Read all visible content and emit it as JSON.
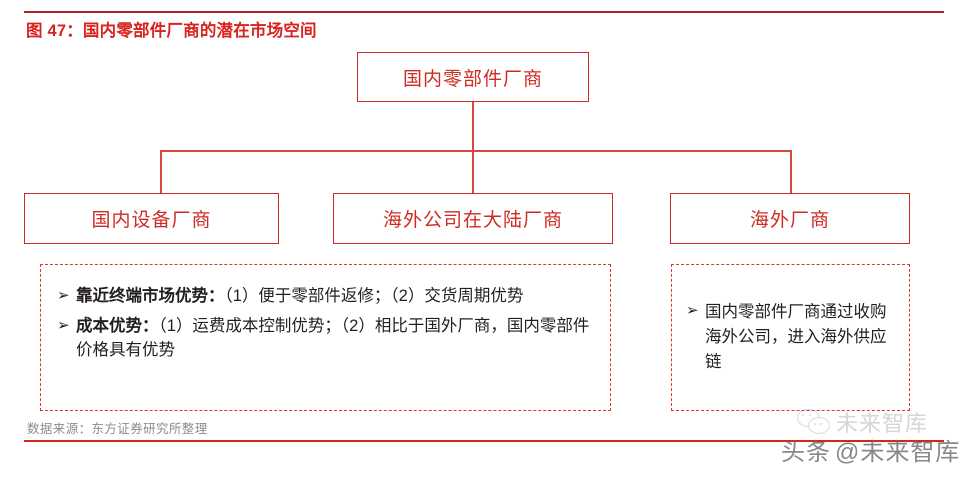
{
  "figure": {
    "title": "图 47：国内零部件厂商的潜在市场空间",
    "source": "数据来源：东方证券研究所整理",
    "accent_red": "#d8231f",
    "box_red": "#cf2b25",
    "connector_red": "#d9473f",
    "dashed_red": "#e0342d",
    "source_gray": "#8c8c8c"
  },
  "chart": {
    "type": "org-diagram",
    "root": {
      "label": "国内零部件厂商"
    },
    "children": [
      {
        "label": "国内设备厂商"
      },
      {
        "label": "海外公司在大陆厂商"
      },
      {
        "label": "海外厂商"
      }
    ],
    "detail_left": {
      "marker": "➢",
      "bullets": [
        {
          "lead": "靠近终端市场优势：",
          "rest": "（1）便于零部件返修；（2）交货周期优势"
        },
        {
          "lead": "成本优势：",
          "rest": "（1）运费成本控制优势；（2）相比于国外厂商，国内零部件价格具有优势"
        }
      ]
    },
    "detail_right": {
      "marker": "➢",
      "bullets": [
        {
          "lead": "",
          "rest": "国内零部件厂商通过收购海外公司，进入海外供应链"
        }
      ]
    }
  },
  "watermark": {
    "ghost_text": "未来智库",
    "app_name": "头条",
    "handle": "@未来智库"
  }
}
